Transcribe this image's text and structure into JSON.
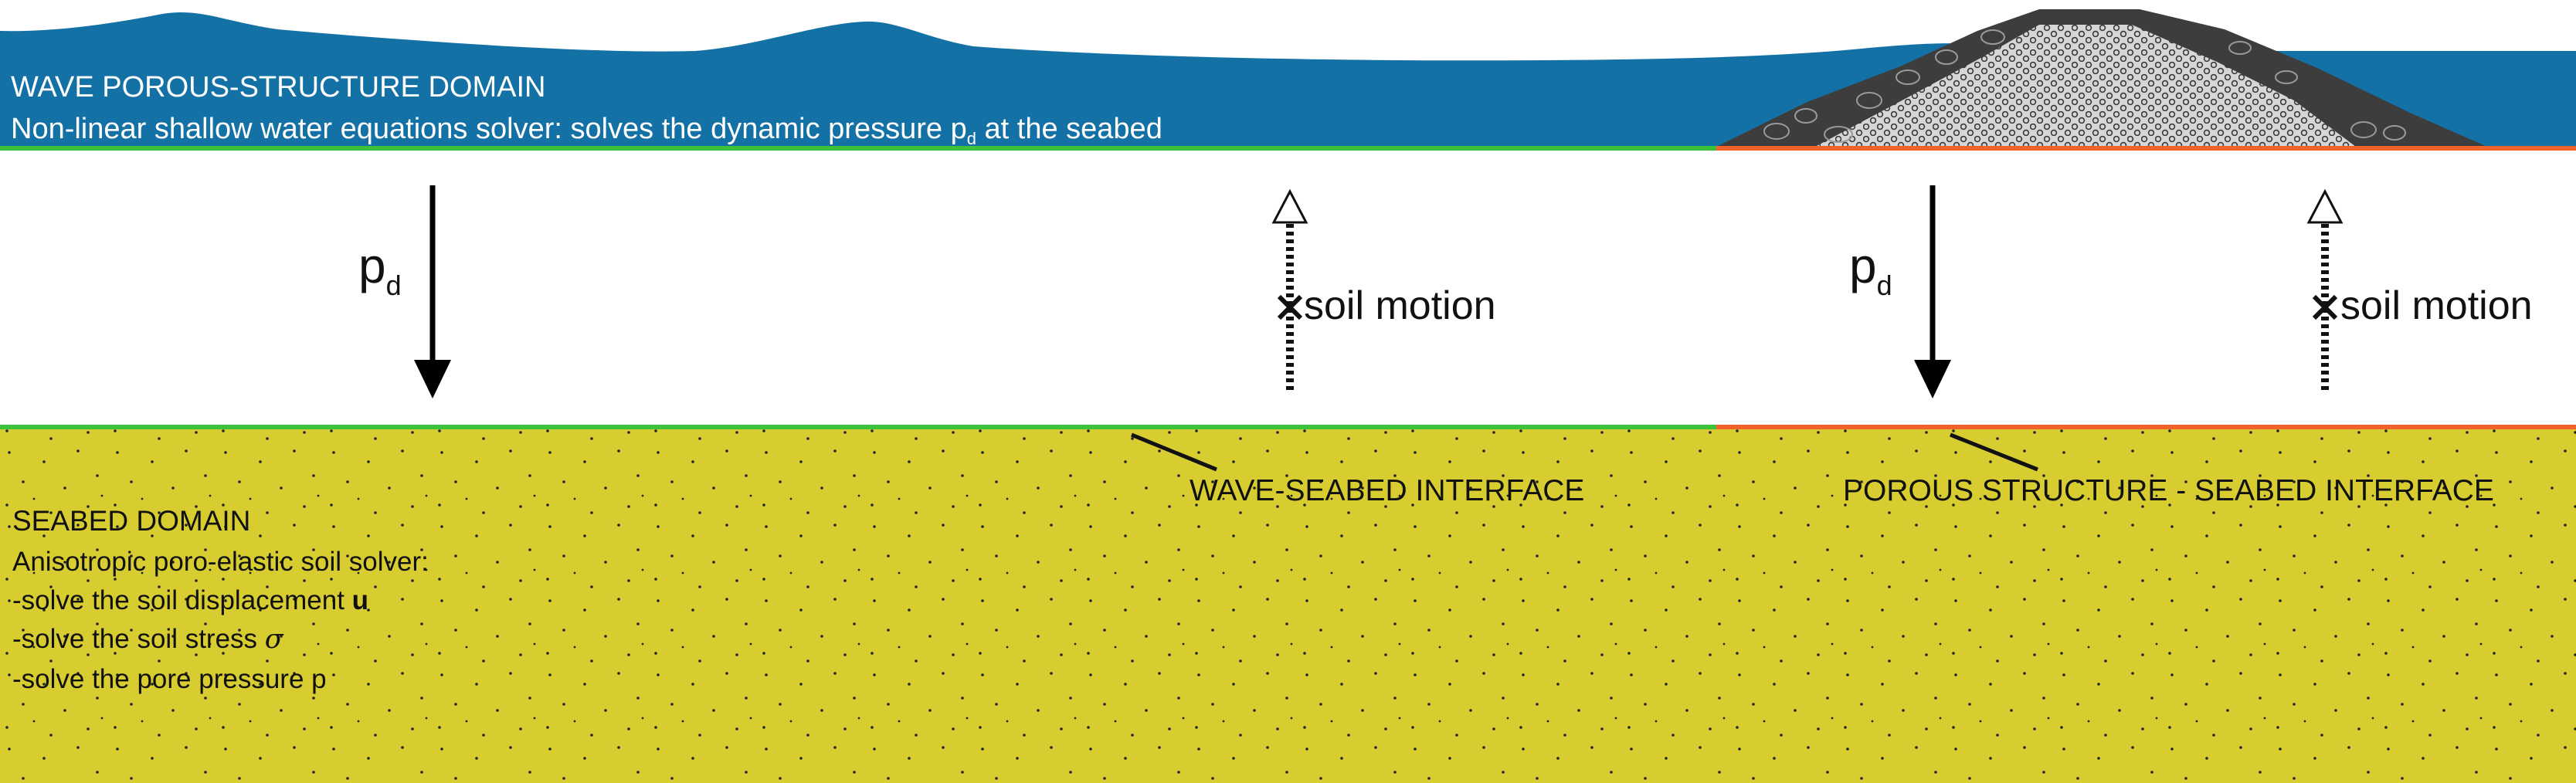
{
  "colors": {
    "water": "#1471a6",
    "wave_interface": "#3cc23a",
    "structure_interface": "#f0622c",
    "soil": "#d8cd30",
    "armour": "#3d3d3d",
    "core": "#d8d8d8"
  },
  "wave_domain": {
    "title": "WAVE POROUS-STRUCTURE DOMAIN",
    "subtitle_before": "Non-linear shallow water equations solver: solves the dynamic pressure p",
    "subtitle_sub": "d",
    "subtitle_after": " at the seabed"
  },
  "coupling": {
    "pressure_symbol": "p",
    "pressure_subscript": "d",
    "soil_motion_label": "soil motion"
  },
  "interfaces": {
    "wave_seabed": "WAVE-SEABED INTERFACE",
    "structure_seabed": "POROUS STRUCTURE - SEABED INTERFACE"
  },
  "seabed_domain": {
    "title": "SEABED DOMAIN",
    "subtitle": "Anisotropic poro-elastic soil solver:",
    "line1_text": "-solve the soil displacement ",
    "line1_symbol": "u",
    "line2_text": "-solve the soil stress ",
    "line2_symbol": "σ",
    "line3_text": "-solve the pore pressure p"
  }
}
